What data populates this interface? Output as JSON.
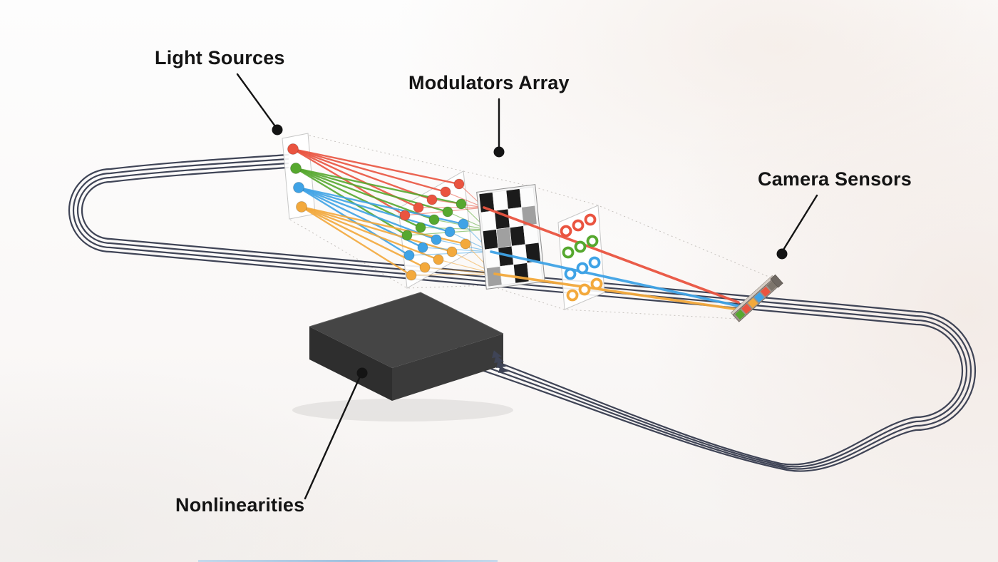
{
  "diagram": {
    "type": "optical-neural-network-schematic",
    "components": [
      {
        "id": "light-sources",
        "label": "Light Sources"
      },
      {
        "id": "modulators-array",
        "label": "Modulators Array"
      },
      {
        "id": "camera-sensors",
        "label": "Camera Sensors"
      },
      {
        "id": "nonlinearities",
        "label": "Nonlinearities"
      }
    ],
    "light_sources": {
      "count": 4,
      "colors": [
        "red",
        "green",
        "blue",
        "orange"
      ]
    },
    "modulator_grid": {
      "rows": 4,
      "cols": 5,
      "row_colors": [
        "red",
        "green",
        "blue",
        "orange"
      ]
    },
    "mask_grid": {
      "rows": 5,
      "cols": 4,
      "cell_shades": [
        "black",
        "white",
        "gray"
      ]
    },
    "detector_grid": {
      "rows": 4,
      "cols": 3,
      "row_colors": [
        "red",
        "green",
        "blue",
        "orange"
      ]
    },
    "feedback_wires": {
      "count": 4
    }
  },
  "colors": {
    "red": "#ea5440",
    "green": "#56a82f",
    "blue": "#3fa3e6",
    "orange": "#f3a93c",
    "wire": "#3f4456",
    "label_text": "#141414",
    "mask_black": "#1b1b1b",
    "mask_white": "#fcfcfc",
    "mask_gray": "#a0a0a0",
    "box_top": "#454545",
    "box_left": "#2e2e2e",
    "box_right": "#3a3a3a"
  }
}
